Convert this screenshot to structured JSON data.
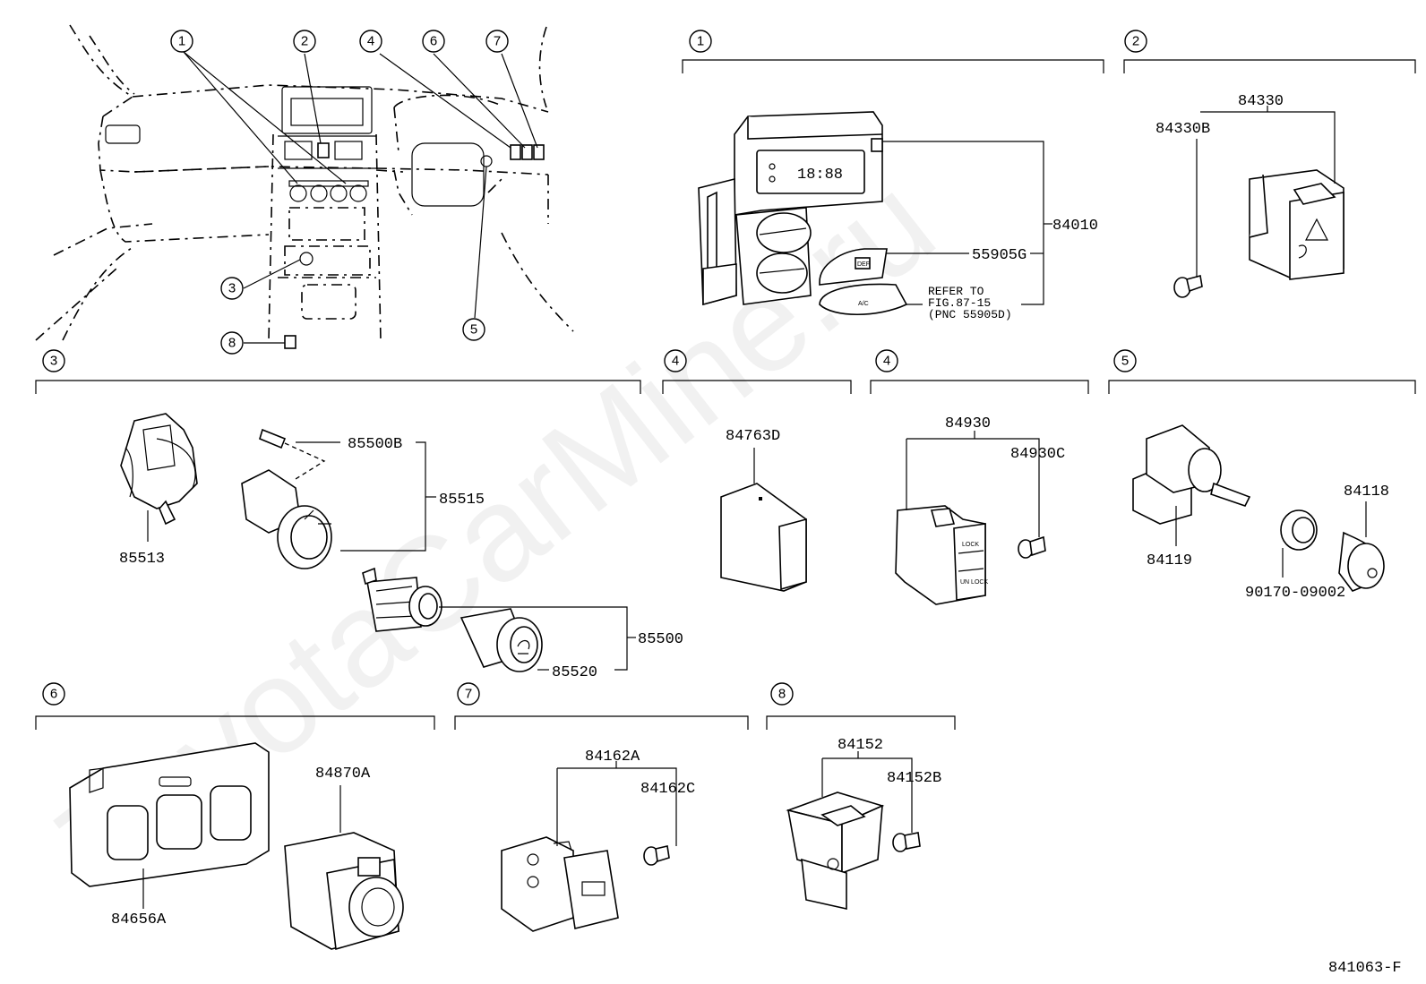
{
  "sections": {
    "s1": "1",
    "s2": "2",
    "s3": "3",
    "s4a": "4",
    "s4b": "4",
    "s5": "5",
    "s6": "6",
    "s7": "7",
    "s8": "8"
  },
  "overview_callouts": {
    "c1": "1",
    "c2": "2",
    "c3": "3",
    "c4": "4",
    "c5": "5",
    "c6": "6",
    "c7": "7",
    "c8": "8"
  },
  "parts": {
    "p84010": "84010",
    "p55905G": "55905G",
    "refer1": "REFER TO",
    "refer2": "FIG.87-15",
    "refer3": "(PNC 55905D)",
    "p84330": "84330",
    "p84330B": "84330B",
    "p85500B": "85500B",
    "p85515": "85515",
    "p85513": "85513",
    "p85500": "85500",
    "p85520": "85520",
    "p84763D": "84763D",
    "p84930": "84930",
    "p84930C": "84930C",
    "p84119": "84119",
    "p84118": "84118",
    "p90170": "90170-09002",
    "p84870A": "84870A",
    "p84656A": "84656A",
    "p84162A": "84162A",
    "p84162C": "84162C",
    "p84152": "84152",
    "p84152B": "84152B"
  },
  "clock_display": "18:88",
  "button_marks": {
    "def": "DEF",
    "ac": "A/C",
    "lock": "LOCK",
    "unlock": "UN LOCK"
  },
  "figure_id": "841063-F",
  "watermark": "ToyotaCarMine.ru"
}
